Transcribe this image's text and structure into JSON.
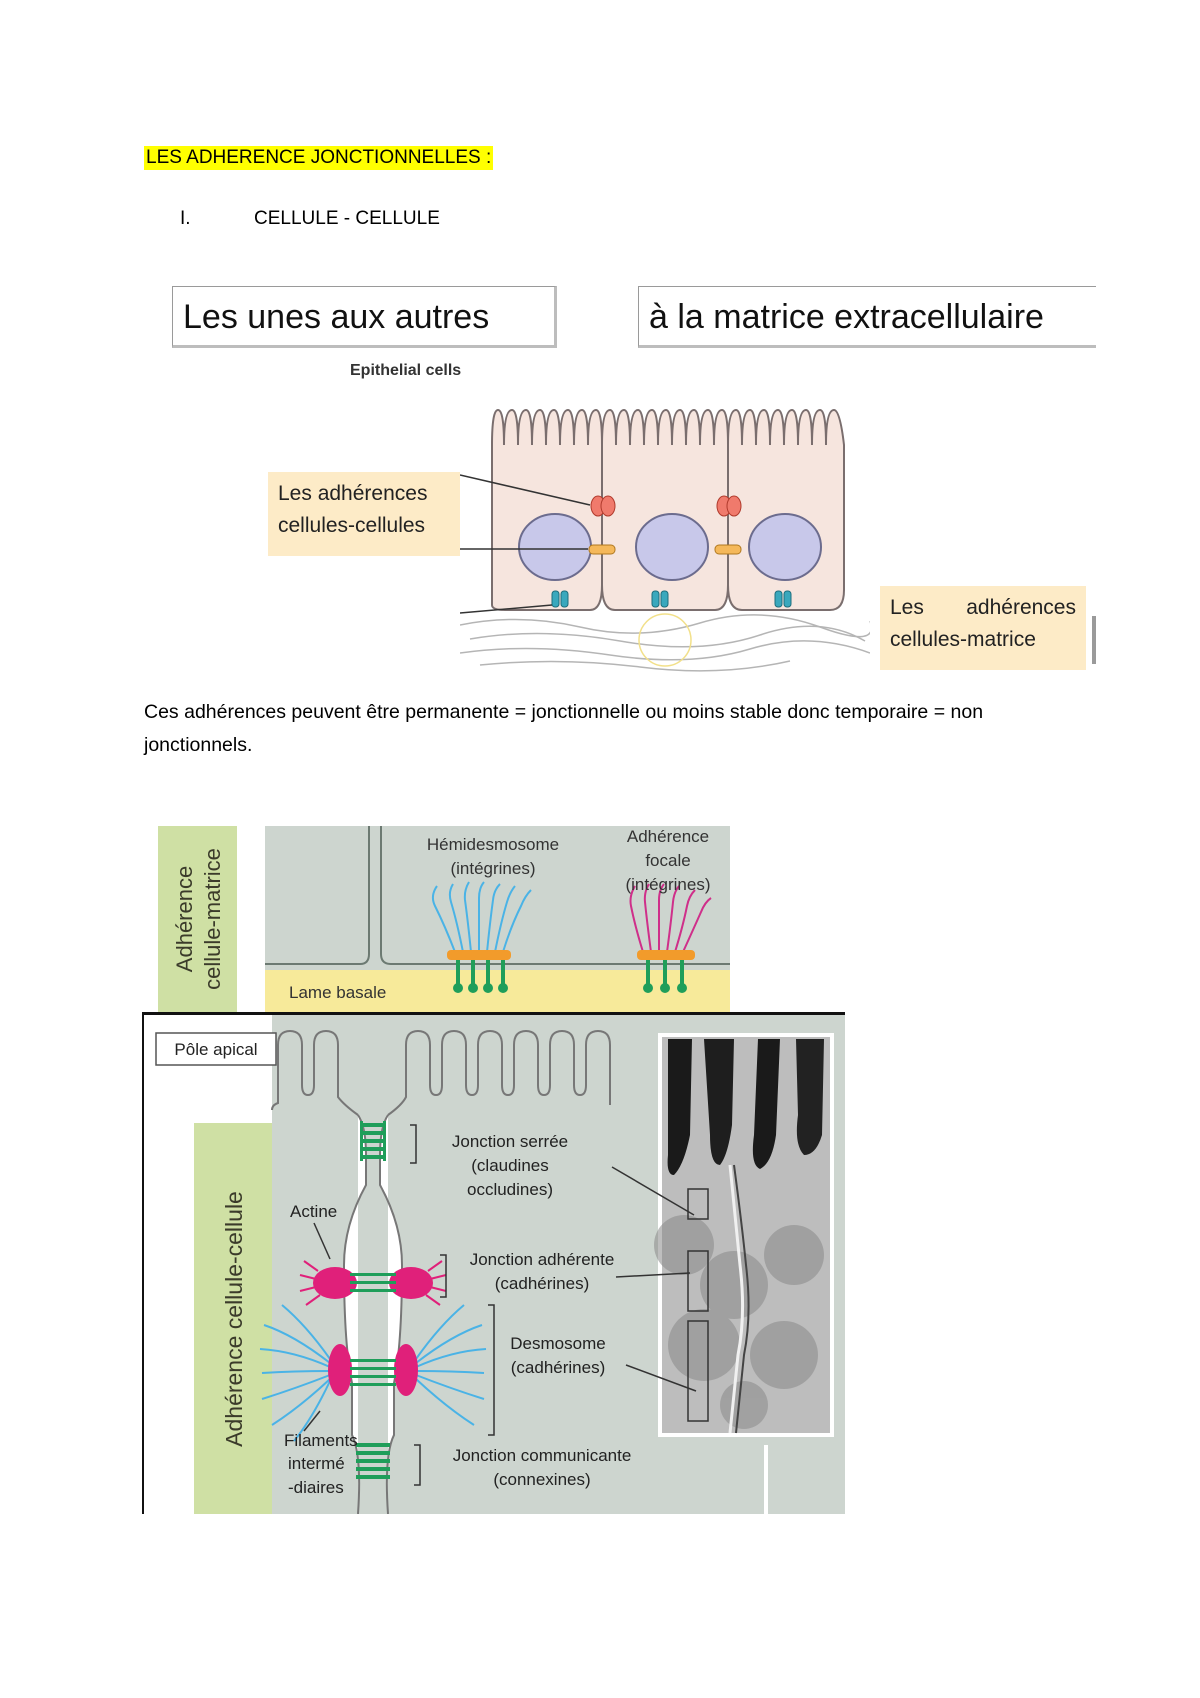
{
  "heading": "LES ADHERENCE JONCTIONNELLES :",
  "section": {
    "number": "I.",
    "label": "CELLULE - CELLULE"
  },
  "figure1": {
    "box_left": "Les unes aux autres",
    "box_right": "à la matrice extracellulaire",
    "epithelial_label": "Epithelial cells",
    "note_cell_cell": "Les adhérences cellules-cellules",
    "note_cell_matrix": "Les adhérences cellules-matrice"
  },
  "paragraph": "Ces adhérences peuvent être permanente = jonctionnelle ou moins stable donc temporaire = non jonctionnels.",
  "figure2": {
    "side_label_top_line1": "Adhérence",
    "side_label_top_line2": "cellule-matrice",
    "hemidesmosome_line1": "Hémidesmosome",
    "hemidesmosome_line2": "(intégrines)",
    "focal_line1": "Adhérence",
    "focal_line2": "focale",
    "focal_line3": "(intégrines)",
    "lame_basale": "Lame basale",
    "pole_apical": "Pôle apical",
    "side_label_bottom": "Adhérence cellule-cellule",
    "actine": "Actine",
    "filaments_line1": "Filaments",
    "filaments_line2": "intermé",
    "filaments_line3": "-diaires",
    "tight_line1": "Jonction serrée",
    "tight_line2": "(claudines",
    "tight_line3": "occludines)",
    "adherens_line1": "Jonction adhérente",
    "adherens_line2": "(cadhérines)",
    "desmosome_line1": "Desmosome",
    "desmosome_line2": "(cadhérines)",
    "gap_line1": "Jonction communicante",
    "gap_line2": "(connexines)"
  },
  "colors": {
    "highlight": "#ffff00",
    "note_bg": "#fdebc7",
    "panel_bg": "#cdd5cf",
    "side_label_bg": "#cfe0a4",
    "lame_basale_bg": "#f7ea9a",
    "junction_green": "#1f9e5a",
    "actin_magenta": "#e0207a",
    "filament_blue": "#4ab3e6",
    "plaque_orange": "#f29b2b"
  }
}
